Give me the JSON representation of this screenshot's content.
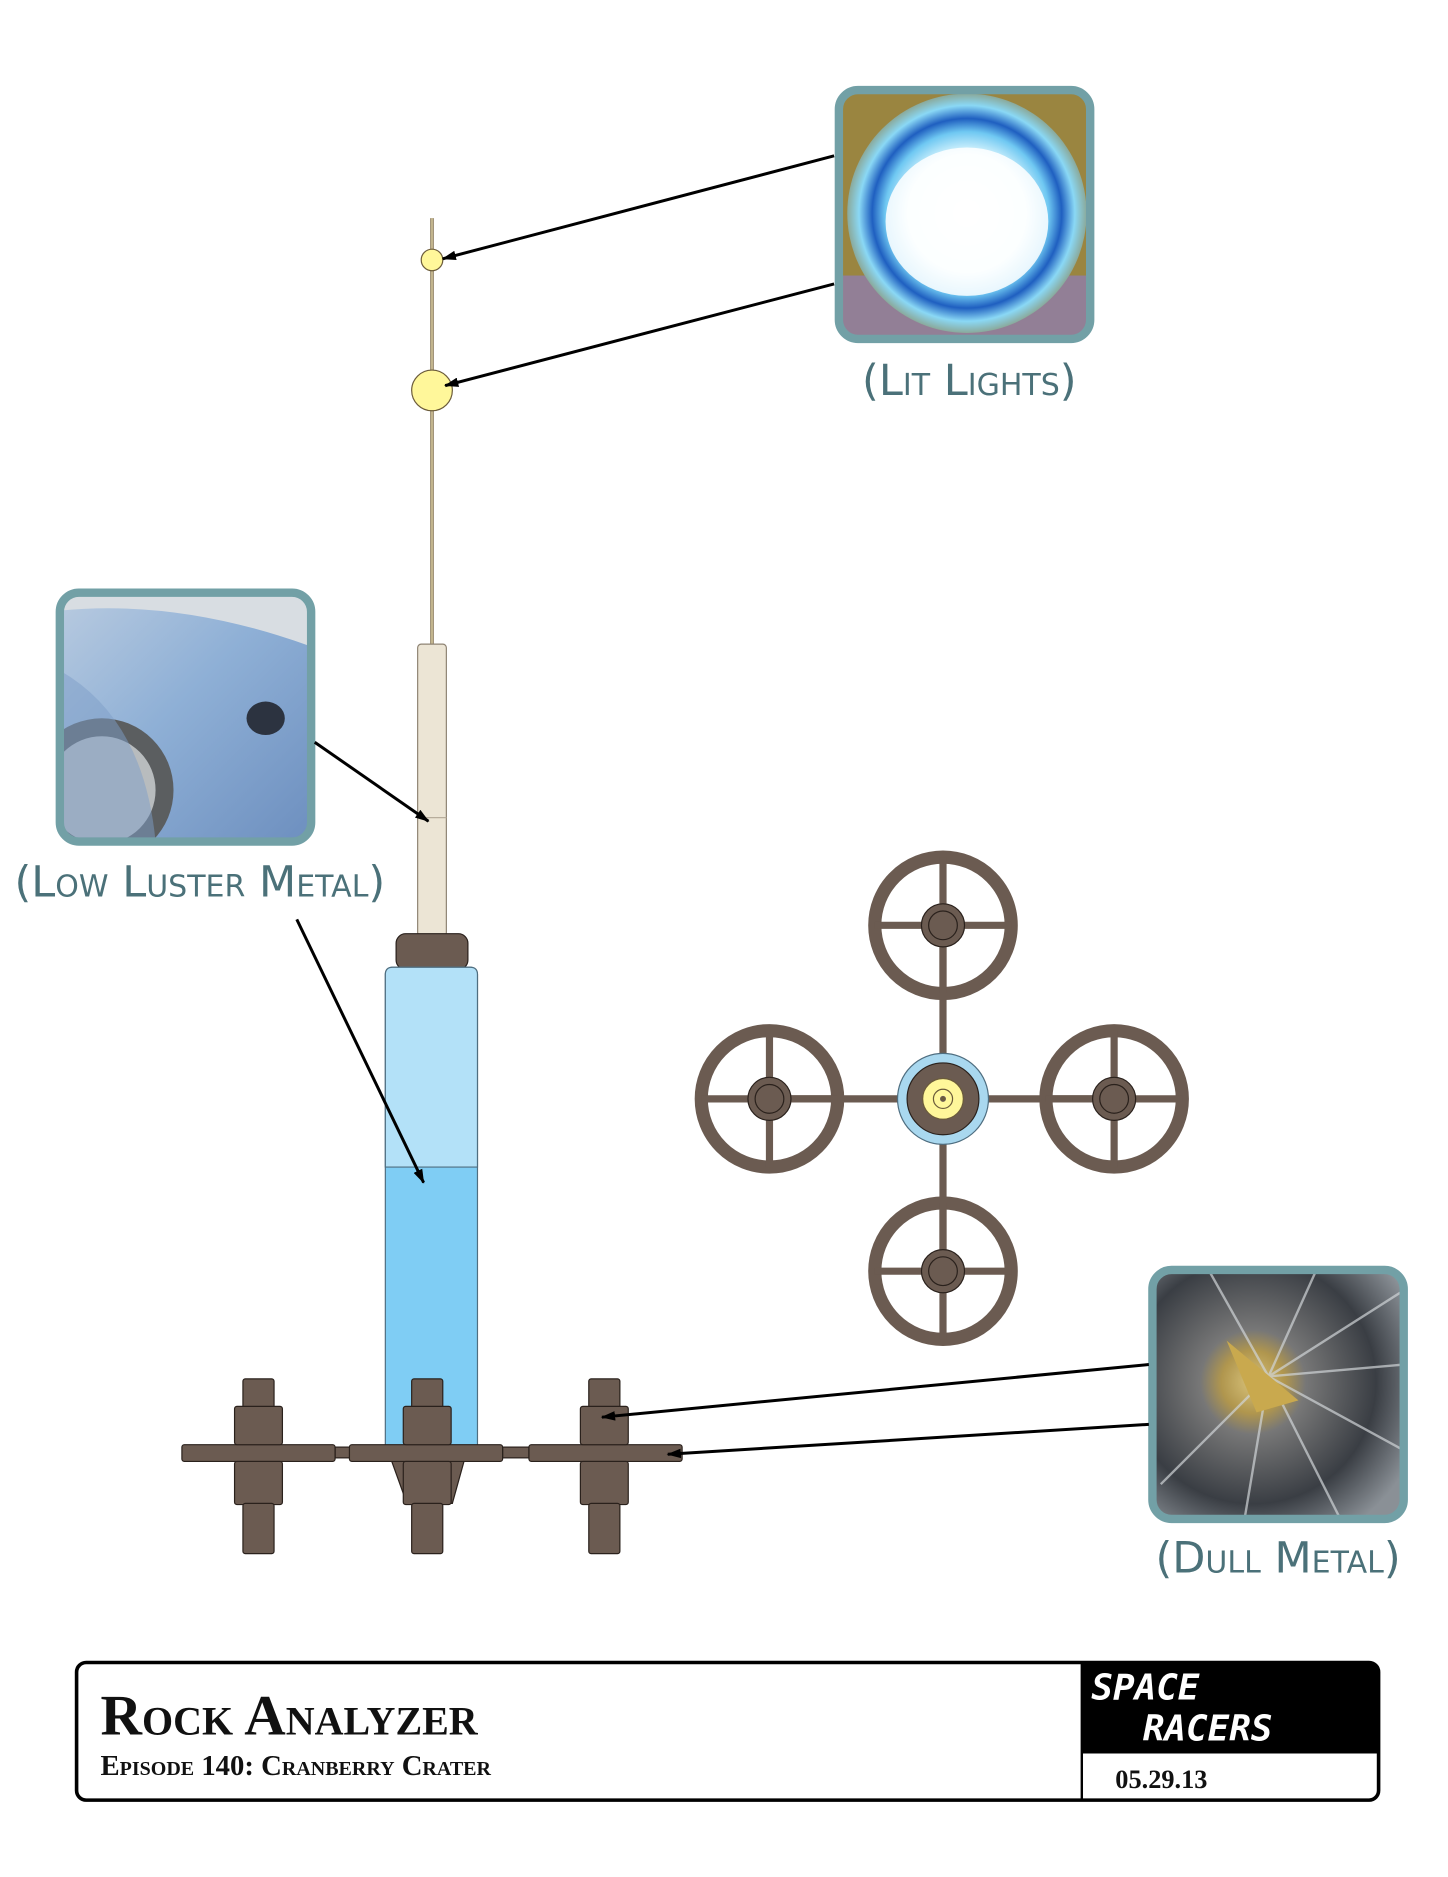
{
  "callouts": {
    "lit_lights": "(Lit Lights)",
    "low_luster_metal": "(Low Luster Metal)",
    "dull_metal": "(Dull Metal)"
  },
  "title_block": {
    "title": "Rock Analyzer",
    "subtitle": "Episode 140: Cranberry Crater",
    "logo_line1": "SPACE",
    "logo_line2": "RACERS",
    "date": "05.29.13"
  },
  "colors": {
    "callout_text": "#4b7179",
    "frame": "#72a0a6",
    "metal_brown": "#6b5b51",
    "tube_light": "#b3e1f8",
    "tube_dark": "#7fcdf4",
    "light_yellow": "#fff79a"
  }
}
